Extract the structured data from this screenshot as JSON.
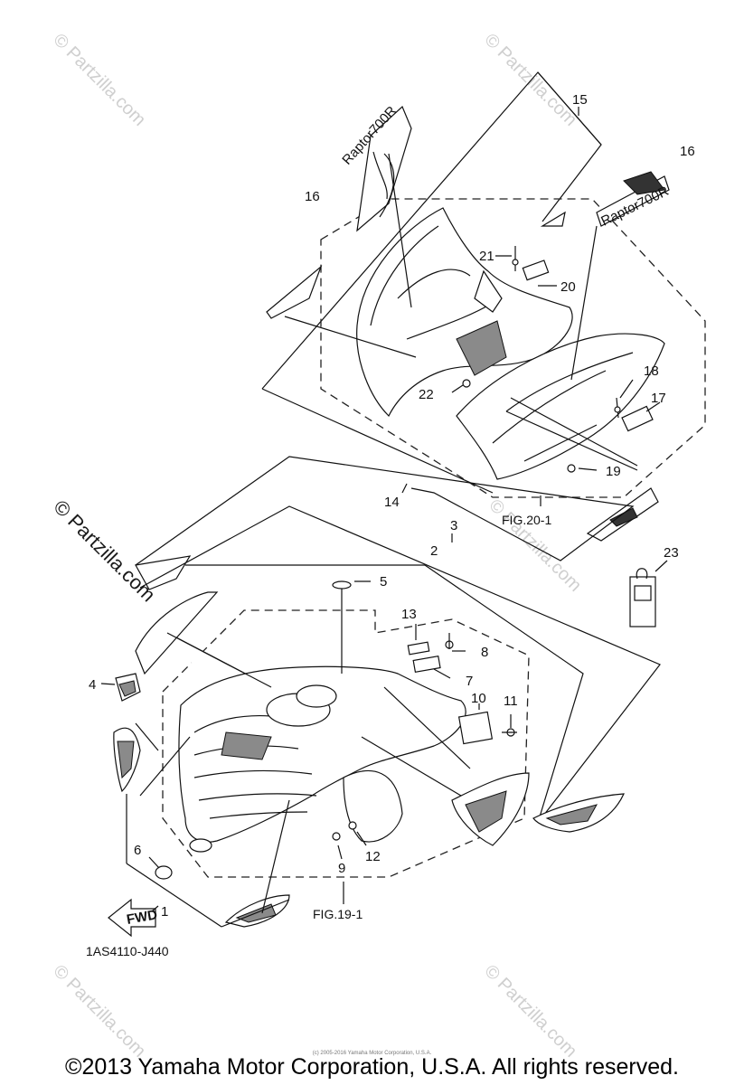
{
  "diagram": {
    "callouts": [
      "1",
      "2",
      "3",
      "4",
      "5",
      "6",
      "7",
      "8",
      "9",
      "10",
      "11",
      "12",
      "13",
      "14",
      "15",
      "16",
      "16",
      "17",
      "18",
      "19",
      "20",
      "21",
      "22",
      "23"
    ],
    "fig_refs": [
      "FIG.19-1",
      "FIG.20-1"
    ],
    "part_code": "1AS4110-J440",
    "decal_texts": {
      "fwd": "FWD",
      "raptor_a": "Raptor700R",
      "raptor_b": "Raptor700R"
    }
  },
  "watermarks": {
    "small": "© Partzilla.com",
    "large": "© Partzilla.com"
  },
  "footer": {
    "copyright": "©2013 Yamaha Motor Corporation, U.S.A. All rights reserved.",
    "small_credit": "(c) 2005-2016 Yamaha Motor Corporation, U.S.A."
  }
}
